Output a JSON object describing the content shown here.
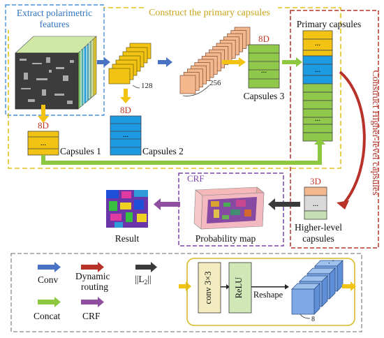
{
  "sections": {
    "extract_title_line1": "Extract polarimetric",
    "extract_title_line2": "features",
    "primary_title": "Construct the primary capsules",
    "higher_title": "Construct Higher-level  capsules",
    "crf_title": "CRF"
  },
  "labels": {
    "dim_128": "128",
    "dim_256": "256",
    "capsules3_dim": "8D",
    "capsules3": "Capsules 3",
    "primary_capsules": "Primary capsules",
    "capsules1_dim": "8D",
    "capsules1": "Capsules 1",
    "capsules2_dim": "8D",
    "capsules2": "Capsules 2",
    "higher_dim": "3D",
    "higher_line1": "Higher-level",
    "higher_line2": "capsules",
    "probability_map": "Probability map",
    "result": "Result",
    "ellipsis": "..."
  },
  "legend": {
    "conv": "Conv",
    "dynamic_line1": "Dynamic",
    "dynamic_line2": "routing",
    "norm": "||L",
    "norm_sub": "2",
    "norm_end": "||",
    "concat": "Concat",
    "crf": "CRF"
  },
  "block": {
    "conv": "conv 3×3",
    "relu": "ReLU",
    "reshape": "Reshape",
    "eight": "8",
    "dots": "· ·"
  },
  "colors": {
    "blue_dash": "#4a90d9",
    "yellow_dash": "#e2c21a",
    "red_dash": "#b5352b",
    "purple_dash": "#7b45a8",
    "gray_dash": "#888888",
    "capsule_yellow": "#f2c312",
    "capsule_blue": "#1c9be3",
    "capsule_green": "#8fc84a",
    "capsule_salmon": "#f4b88e",
    "conv_arrow": "#4a72c4",
    "routing_arrow": "#b8322a",
    "norm_arrow": "#3a3a3a",
    "concat_arrow": "#8dc63f",
    "crf_arrow": "#8e4fa1",
    "dim_text": "#c0392b",
    "section_text": "#c8a418"
  }
}
